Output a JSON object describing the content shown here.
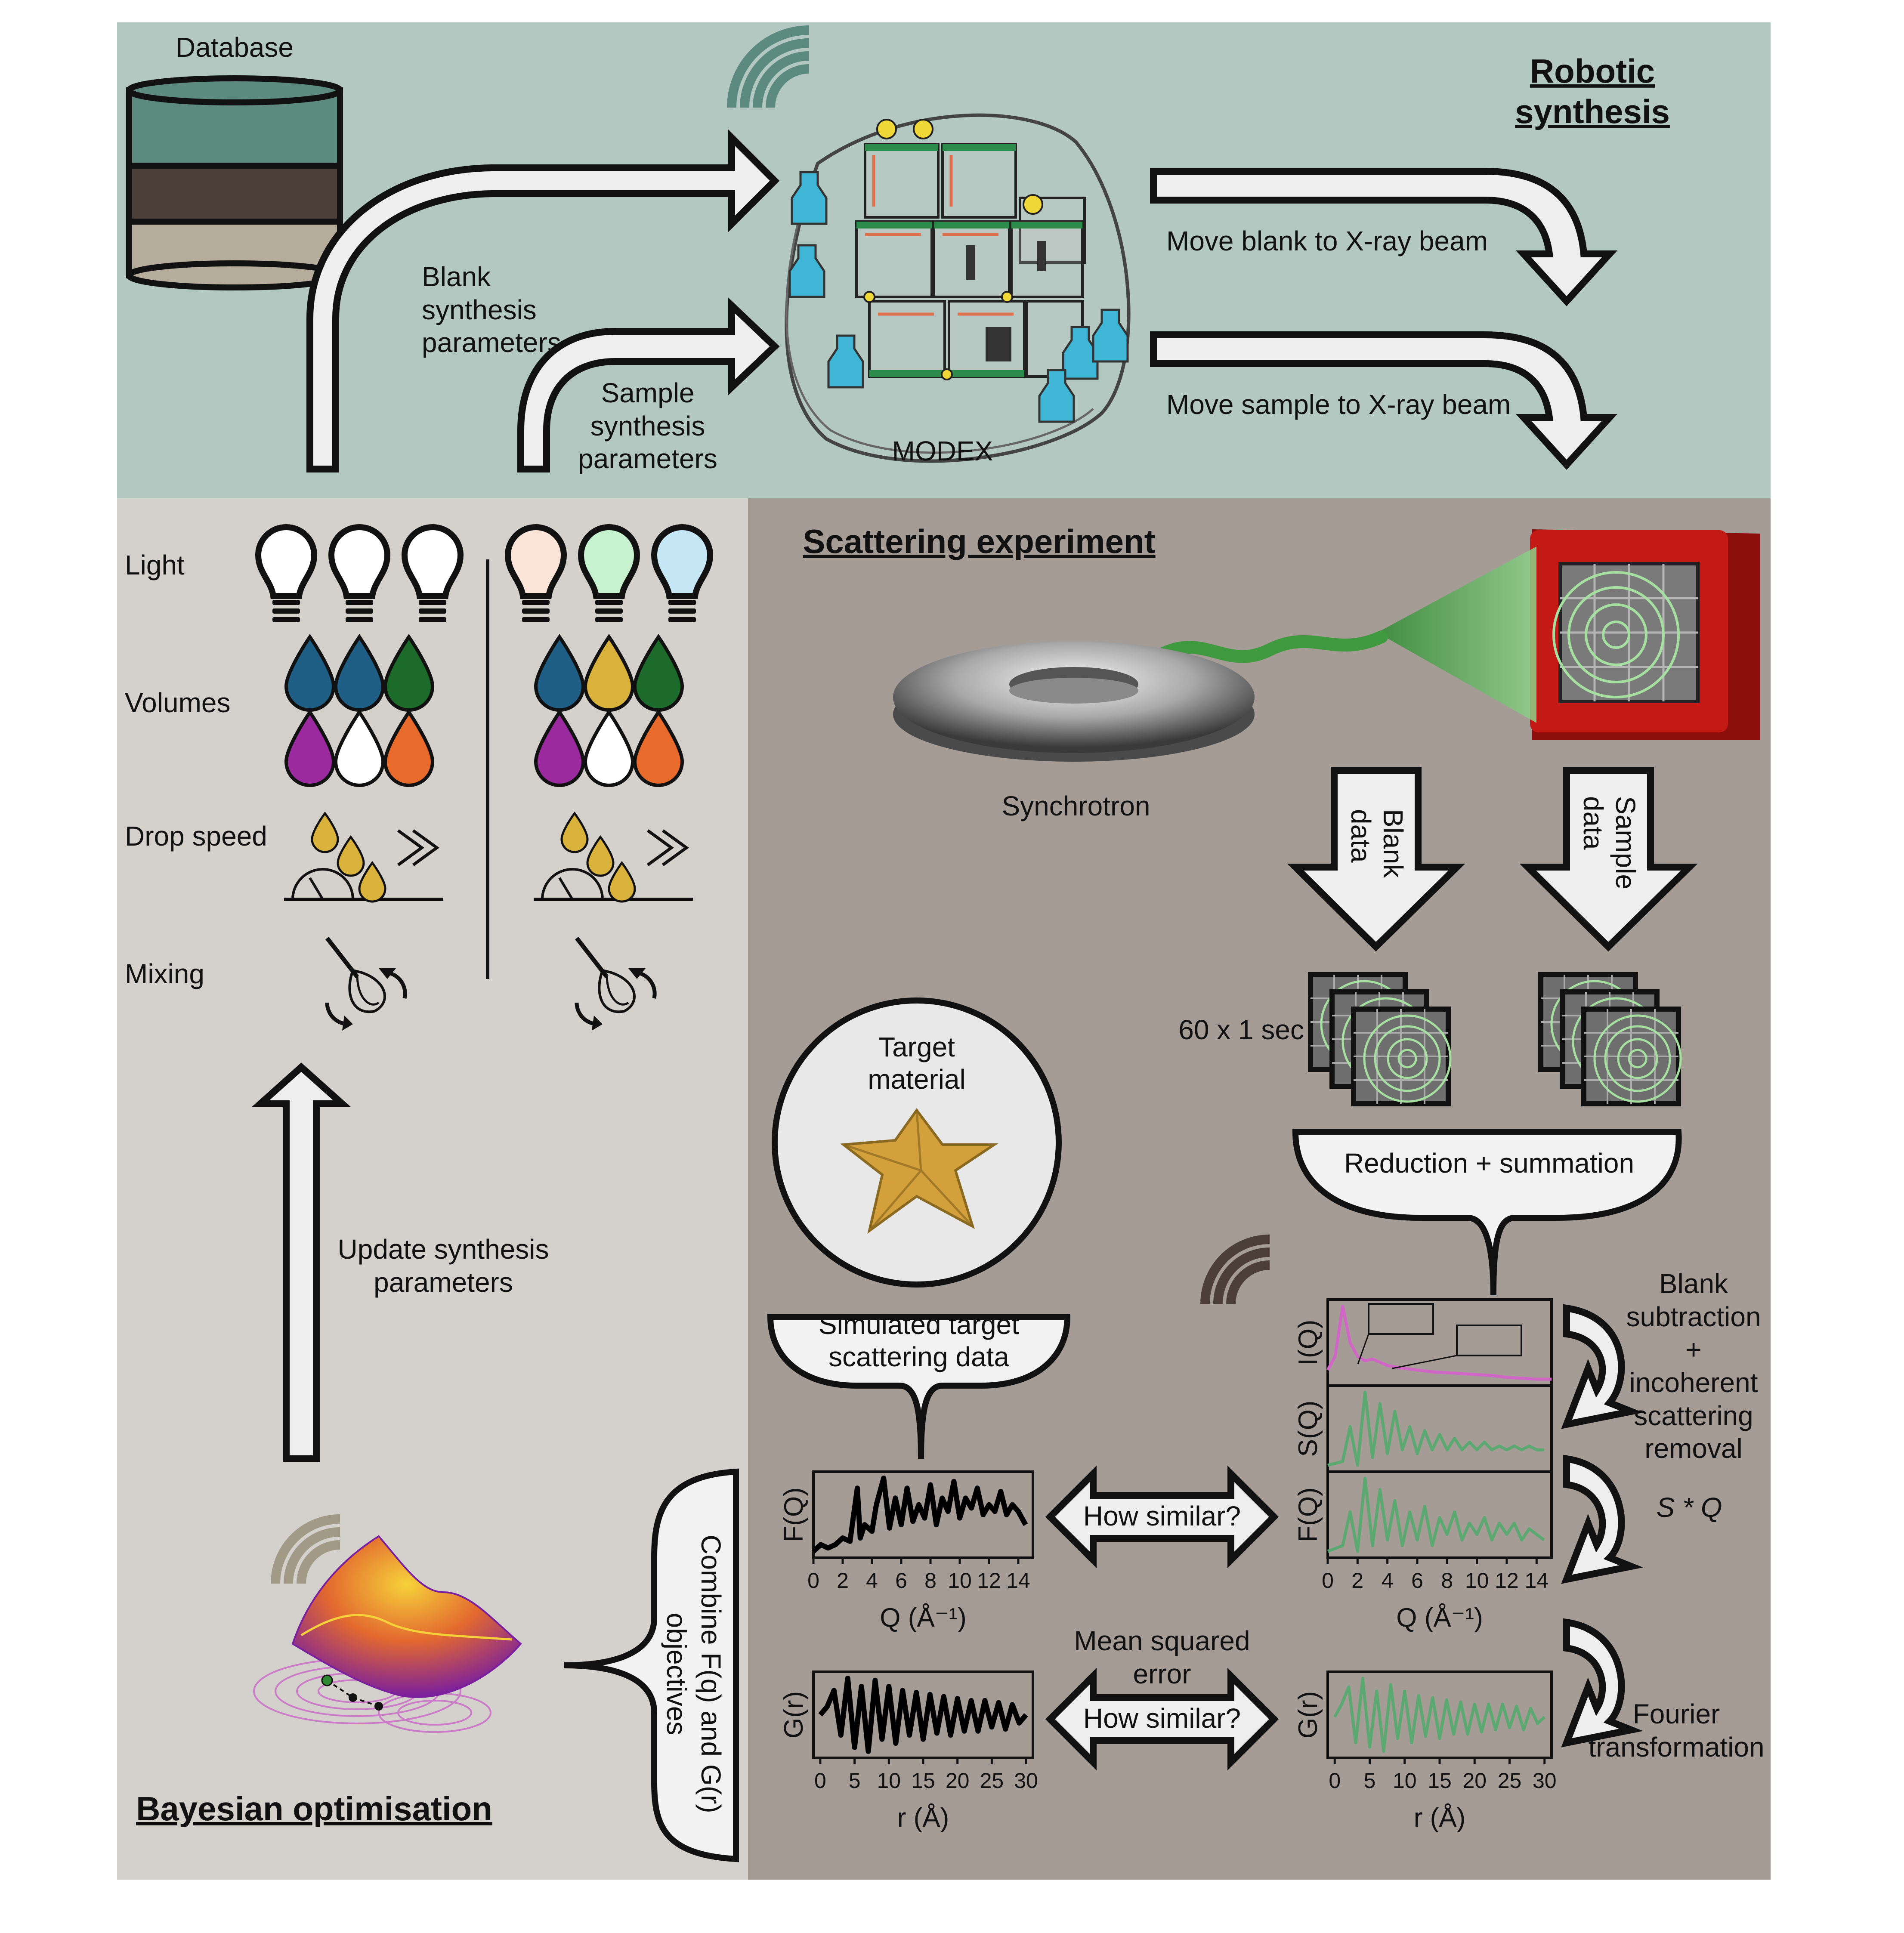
{
  "colors": {
    "robotic_bg": "#b2c8c0",
    "bayes_bg": "#d4d1cc",
    "scatter_bg": "#a69c96",
    "db_top": "#5c8a7e",
    "db_mid": "#4b3f37",
    "db_bot": "#b5ac9c",
    "signal_green": "#5ba871",
    "signal_magenta": "#d066c6",
    "detector_red": "#c41a16",
    "nanoparticle": "#d4a03c"
  },
  "robotic": {
    "title_line1": "Robotic",
    "title_line2": "synthesis",
    "database_label": "Database",
    "blank_params": [
      "Blank",
      "synthesis",
      "parameters"
    ],
    "sample_params": [
      "Sample",
      "synthesis",
      "parameters"
    ],
    "modex_label": "MODEX",
    "move_blank": "Move blank to X-ray beam",
    "move_sample": "Move sample to X-ray beam"
  },
  "bayes": {
    "title": "Bayesian optimisation",
    "rows": [
      "Light",
      "Volumes",
      "Drop speed",
      "Mixing"
    ],
    "update_label": [
      "Update synthesis",
      "parameters"
    ],
    "combine_label": [
      "Combine F(q) and G(r)",
      "objectives"
    ],
    "left_bulbs": [
      "#ffffff",
      "#ffffff",
      "#ffffff"
    ],
    "right_bulbs": [
      "#fbe4d8",
      "#c6f2cf",
      "#c6e8f6"
    ],
    "left_drops_top": [
      "#1f5f86",
      "#1f5f86",
      "#1d6b2a"
    ],
    "left_drops_bottom": [
      "#9b2a9e",
      "#ffffff",
      "#e86b2c"
    ],
    "right_drops_top": [
      "#1f5f86",
      "#d8b23a",
      "#1d6b2a"
    ],
    "right_drops_bottom": [
      "#9b2a9e",
      "#ffffff",
      "#e86b2c"
    ]
  },
  "scatter": {
    "title": "Scattering experiment",
    "synchrotron_label": "Synchrotron",
    "blank_data": [
      "Blank",
      "data"
    ],
    "sample_data": [
      "Sample",
      "data"
    ],
    "exposure_label": "60 x 1 sec",
    "reduction_label": "Reduction + summation",
    "target_label": [
      "Target",
      "material"
    ],
    "sim_label": [
      "Simulated target",
      "scattering data"
    ],
    "how_similar": "How similar?",
    "mse_label": [
      "Mean squared",
      "error"
    ],
    "blank_sub_label": [
      "Blank",
      "subtraction",
      "+",
      "incoherent",
      "scattering",
      "removal"
    ],
    "sq_label": "S * Q",
    "fourier_label": [
      "Fourier",
      "transformation"
    ]
  },
  "chart_data": [
    {
      "type": "line",
      "id": "target-fq",
      "ylabel": "F(Q)",
      "xlabel": "Q (Å⁻¹)",
      "xticks": [
        0,
        2,
        4,
        6,
        8,
        10,
        12,
        14
      ],
      "xlim": [
        0,
        15
      ],
      "color": "#000000",
      "x": [
        0,
        0.5,
        1,
        1.5,
        2,
        2.5,
        3,
        3.2,
        3.5,
        4,
        4.3,
        4.8,
        5.2,
        5.6,
        6,
        6.4,
        6.8,
        7.2,
        7.6,
        8,
        8.4,
        8.8,
        9.2,
        9.6,
        10,
        10.4,
        10.8,
        11.2,
        11.6,
        12,
        12.4,
        12.8,
        13.2,
        13.6,
        14,
        14.5
      ],
      "y": [
        -0.1,
        0,
        -0.05,
        0,
        0.1,
        0.05,
        0.85,
        0.1,
        0.3,
        0.2,
        0.6,
        1,
        0.25,
        0.7,
        0.3,
        0.85,
        0.35,
        0.6,
        0.4,
        0.9,
        0.3,
        0.7,
        0.5,
        0.95,
        0.4,
        0.7,
        0.55,
        0.85,
        0.45,
        0.6,
        0.5,
        0.8,
        0.45,
        0.6,
        0.5,
        0.3
      ]
    },
    {
      "type": "line",
      "id": "target-gr",
      "ylabel": "G(r)",
      "xlabel": "r (Å)",
      "xticks": [
        0,
        5,
        10,
        15,
        20,
        25,
        30
      ],
      "xlim": [
        -1,
        31
      ],
      "color": "#000000",
      "x": [
        0,
        1,
        2,
        3,
        4,
        5,
        6,
        7,
        8,
        9,
        10,
        11,
        12,
        13,
        14,
        15,
        16,
        17,
        18,
        19,
        20,
        21,
        22,
        23,
        24,
        25,
        26,
        27,
        28,
        29,
        30
      ],
      "y": [
        0,
        0.2,
        0.6,
        -0.5,
        0.9,
        -0.8,
        0.7,
        -0.9,
        0.85,
        -0.6,
        0.7,
        -0.7,
        0.6,
        -0.5,
        0.55,
        -0.6,
        0.5,
        -0.45,
        0.45,
        -0.5,
        0.4,
        -0.4,
        0.35,
        -0.4,
        0.35,
        -0.3,
        0.3,
        -0.35,
        0.25,
        -0.2,
        0
      ]
    },
    {
      "type": "line",
      "id": "exp-iq",
      "ylabel": "I(Q)",
      "xlim": [
        0,
        15
      ],
      "color": "#d066c6",
      "x": [
        0,
        0.5,
        1,
        1.5,
        2,
        2.5,
        3,
        4,
        5,
        6,
        7,
        8,
        9,
        10,
        11,
        12,
        13,
        14,
        15
      ],
      "y": [
        0.2,
        0.35,
        0.9,
        0.5,
        0.35,
        0.3,
        0.32,
        0.25,
        0.22,
        0.2,
        0.18,
        0.17,
        0.16,
        0.15,
        0.14,
        0.12,
        0.11,
        0.1,
        0.1
      ]
    },
    {
      "type": "line",
      "id": "exp-sq",
      "ylabel": "S(Q)",
      "xlim": [
        0,
        15
      ],
      "color": "#5ba871",
      "x": [
        0,
        1,
        1.5,
        2,
        2.5,
        3,
        3.5,
        4,
        4.5,
        5,
        5.5,
        6,
        6.5,
        7,
        7.5,
        8,
        8.5,
        9,
        9.5,
        10,
        10.5,
        11,
        11.5,
        12,
        12.5,
        13,
        13.5,
        14,
        14.5
      ],
      "y": [
        0,
        0.05,
        0.5,
        0,
        0.95,
        0.1,
        0.8,
        0.15,
        0.7,
        0.2,
        0.5,
        0.15,
        0.45,
        0.2,
        0.4,
        0.2,
        0.35,
        0.2,
        0.3,
        0.2,
        0.3,
        0.2,
        0.25,
        0.2,
        0.25,
        0.2,
        0.25,
        0.2,
        0.2
      ]
    },
    {
      "type": "line",
      "id": "exp-fq",
      "ylabel": "F(Q)",
      "xlabel": "Q (Å⁻¹)",
      "xticks": [
        0,
        2,
        4,
        6,
        8,
        10,
        12,
        14
      ],
      "xlim": [
        0,
        15
      ],
      "color": "#5ba871",
      "x": [
        0,
        1,
        1.5,
        2,
        2.5,
        3,
        3.5,
        4,
        4.5,
        5,
        5.5,
        6,
        6.5,
        7,
        7.5,
        8,
        8.5,
        9,
        9.5,
        10,
        10.5,
        11,
        11.5,
        12,
        12.5,
        13,
        13.5,
        14,
        14.5
      ],
      "y": [
        0.3,
        0.35,
        0.65,
        0.3,
        0.95,
        0.35,
        0.85,
        0.4,
        0.75,
        0.35,
        0.65,
        0.4,
        0.7,
        0.35,
        0.6,
        0.45,
        0.65,
        0.4,
        0.55,
        0.45,
        0.6,
        0.4,
        0.55,
        0.45,
        0.55,
        0.4,
        0.5,
        0.45,
        0.4
      ]
    },
    {
      "type": "line",
      "id": "exp-gr",
      "ylabel": "G(r)",
      "xlabel": "r (Å)",
      "xticks": [
        0,
        5,
        10,
        15,
        20,
        25,
        30
      ],
      "xlim": [
        -1,
        31
      ],
      "color": "#5ba871",
      "x": [
        0,
        1,
        2,
        3,
        4,
        5,
        6,
        7,
        8,
        9,
        10,
        11,
        12,
        13,
        14,
        15,
        16,
        17,
        18,
        19,
        20,
        21,
        22,
        23,
        24,
        25,
        26,
        27,
        28,
        29,
        30
      ],
      "y": [
        0,
        0.3,
        0.7,
        -0.6,
        0.9,
        -0.7,
        0.6,
        -0.8,
        0.75,
        -0.5,
        0.6,
        -0.6,
        0.5,
        -0.45,
        0.45,
        -0.5,
        0.4,
        -0.4,
        0.35,
        -0.4,
        0.3,
        -0.35,
        0.3,
        -0.3,
        0.3,
        -0.25,
        0.25,
        -0.3,
        0.2,
        -0.15,
        0
      ]
    }
  ]
}
